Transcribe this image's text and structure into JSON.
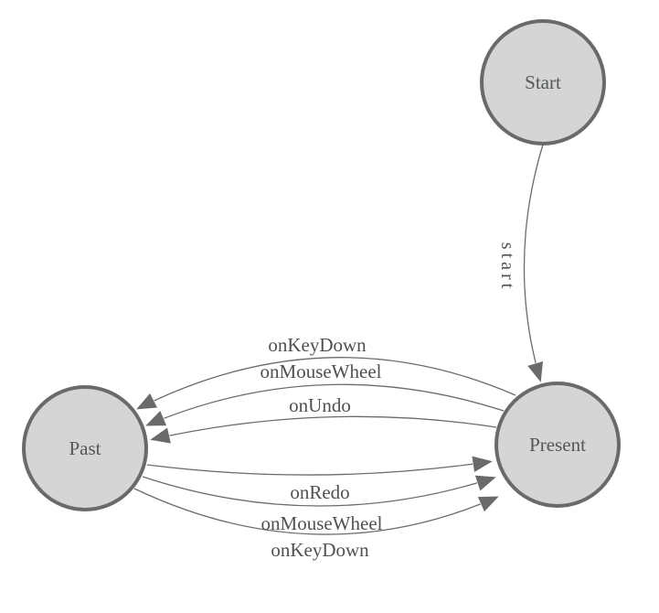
{
  "diagram": {
    "type": "state-machine",
    "background_color": "#ffffff",
    "node_fill_color": "#d5d5d5",
    "node_border_color": "#6a6a6a",
    "edge_color": "#6b6b6b",
    "text_color": "#505050",
    "nodes": [
      {
        "id": "start",
        "label": "Start"
      },
      {
        "id": "present",
        "label": "Present"
      },
      {
        "id": "past",
        "label": "Past"
      }
    ],
    "edges": [
      {
        "from": "start",
        "to": "present",
        "label": "start"
      },
      {
        "from": "present",
        "to": "past",
        "label": "onKeyDown"
      },
      {
        "from": "present",
        "to": "past",
        "label": "onMouseWheel"
      },
      {
        "from": "present",
        "to": "past",
        "label": "onUndo"
      },
      {
        "from": "past",
        "to": "present",
        "label": "onRedo"
      },
      {
        "from": "past",
        "to": "present",
        "label": "onMouseWheel"
      },
      {
        "from": "past",
        "to": "present",
        "label": "onKeyDown"
      }
    ]
  }
}
